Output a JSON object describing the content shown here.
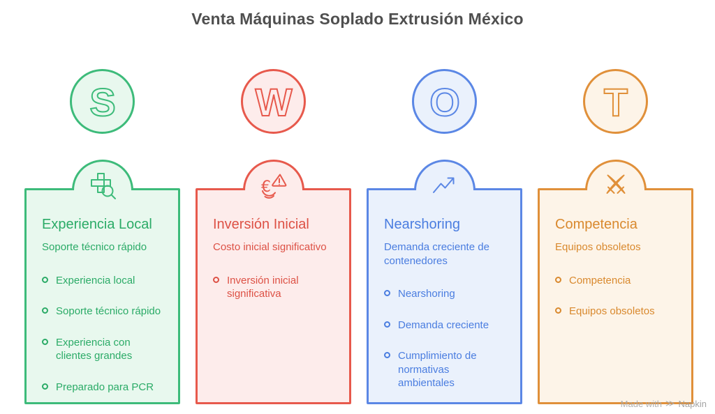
{
  "title": "Venta Máquinas Soplado Extrusión México",
  "watermark": {
    "prefix": "Made with",
    "logo_glyph": "≫",
    "brand": "Napkin"
  },
  "columns": [
    {
      "section": "strengths",
      "letter": "S",
      "icon": "grid-cross-search-icon",
      "accent": "#3dbb7a",
      "accent_text": "#2bab67",
      "bg": "#e8f8ee",
      "title": "Experiencia Local",
      "subtitle": "Soporte técnico rápido",
      "items": [
        "Experiencia local",
        "Soporte técnico rápido",
        "Experiencia con clientes grandes",
        "Preparado para PCR"
      ]
    },
    {
      "section": "weaknesses",
      "letter": "W",
      "icon": "euro-warning-icon",
      "accent": "#e7594c",
      "accent_text": "#dd5145",
      "bg": "#fdeceb",
      "title": "Inversión Inicial",
      "subtitle": "Costo inicial significativo",
      "items": [
        "Inversión inicial significativa"
      ]
    },
    {
      "section": "opportunities",
      "letter": "O",
      "icon": "trend-up-arrow-icon",
      "accent": "#5b87e5",
      "accent_text": "#4a7de0",
      "bg": "#eaf1fc",
      "title": "Nearshoring",
      "subtitle": "Demanda creciente de contenedores",
      "items": [
        "Nearshoring",
        "Demanda creciente",
        "Cumplimiento de normativas ambientales"
      ]
    },
    {
      "section": "threats",
      "letter": "T",
      "icon": "crossed-swords-icon",
      "accent": "#e0903a",
      "accent_text": "#d9892e",
      "bg": "#fdf4e8",
      "title": "Competencia",
      "subtitle": "Equipos obsoletos",
      "items": [
        "Competencia",
        "Equipos obsoletos"
      ]
    }
  ]
}
